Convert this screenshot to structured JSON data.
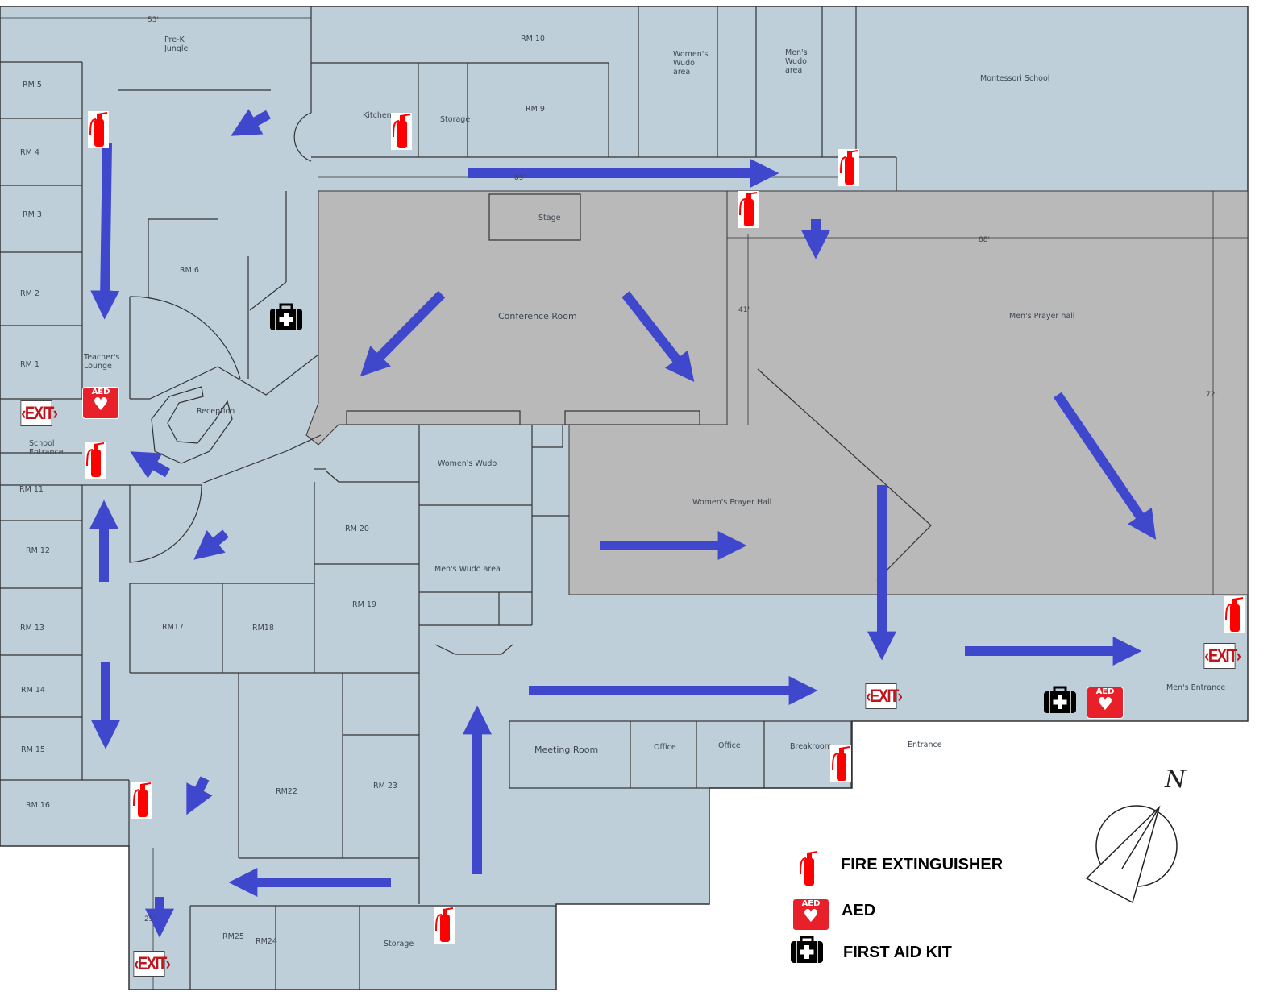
{
  "dimensions": {
    "top_width": "53'",
    "corridor": "89'",
    "hall_width": "88'",
    "hall_depth_left": "41'",
    "hall_depth_right": "72'",
    "exit_corridor": "25'"
  },
  "rooms": {
    "prek_1": "Pre-K",
    "prek_2": "Jungle",
    "rm5": "RM 5",
    "rm4": "RM 4",
    "rm3": "RM 3",
    "rm2": "RM 2",
    "rm1": "RM 1",
    "teachers_1": "Teacher's",
    "teachers_2": "Lounge",
    "school_entrance_1": "School",
    "school_entrance_2": "Entrance",
    "reception": "Reception",
    "rm6": "RM 6",
    "rm10": "RM 10",
    "kitchen": "Kitchen",
    "storage_top": "Storage",
    "rm9": "RM 9",
    "womens_wudo_1": "Women's",
    "womens_wudo_2": "Wudo",
    "womens_wudo_3": "area",
    "mens_wudo_1": "Men's",
    "mens_wudo_2": "Wudo",
    "mens_wudo_3": "area",
    "montessori": "Montessori School",
    "stage": "Stage",
    "conference": "Conference Room",
    "mens_prayer": "Men's Prayer hall",
    "womens_prayer": "Women's Prayer Hall",
    "womens_wudo_small": "Women's Wudo",
    "mens_wudo_small": "Men's Wudo area",
    "rm11": "RM 11",
    "rm12": "RM 12",
    "rm13": "RM 13",
    "rm14": "RM 14",
    "rm15": "RM 15",
    "rm16": "RM 16",
    "rm20": "RM 20",
    "rm19": "RM 19",
    "rm17": "RM17",
    "rm18": "RM18",
    "rm22": "RM22",
    "rm23": "RM 23",
    "rm25": "RM25",
    "rm24": "RM24",
    "storage_bottom": "Storage",
    "meeting": "Meeting Room",
    "office1": "Office",
    "office2": "Office",
    "breakroom": "Breakroom",
    "entrance": "Entrance",
    "mens_entrance": "Men's Entrance"
  },
  "signs": {
    "exit": "‹EXIT›",
    "aed": "AED"
  },
  "compass": {
    "north": "N"
  },
  "legend": {
    "fire_extinguisher": "FIRE EXTINGUISHER",
    "aed": "AED",
    "first_aid": "FIRST AID KIT"
  },
  "colors": {
    "floor": "#bfcfda",
    "hall": "#b9b9b9",
    "arrow": "#3f48cc",
    "red": "#e8202a"
  }
}
